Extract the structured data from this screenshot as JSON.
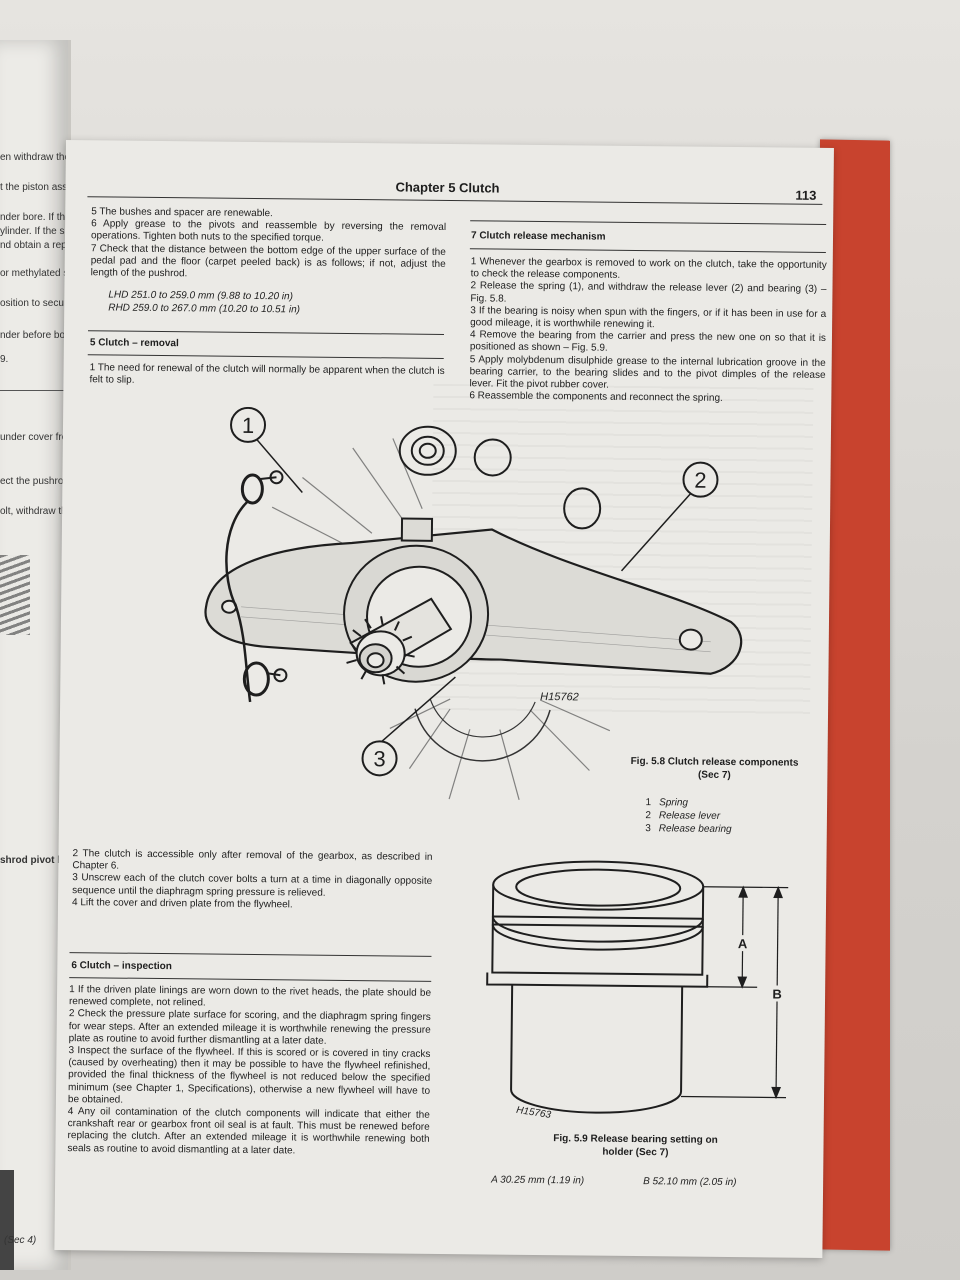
{
  "left_page": {
    "fragments": [
      "en withdraw the",
      "t the piston asser",
      "nder bore. If the",
      "ylinder. If the s",
      "nd obtain a repai",
      "or methylated spi",
      "osition to secure",
      "nder before both",
      "9.",
      "under cover from",
      "ect the pushrod",
      "olt, withdraw the",
      "shrod pivot bolt",
      "(Sec 4)"
    ]
  },
  "header": {
    "chapter": "Chapter 5 Clutch",
    "page_number": "113"
  },
  "left_column": {
    "top_paragraphs": [
      "5   The bushes and spacer are renewable.",
      "6   Apply grease to the pivots and reassemble by reversing the removal operations. Tighten both nuts to the specified torque.",
      "7   Check that the distance between the bottom edge of the upper surface of the pedal pad and the floor (carpet peeled back) is as follows; if not, adjust the length of the pushrod."
    ],
    "specs": [
      "LHD 251.0 to 259.0 mm (9.88 to 10.20 in)",
      "RHD 259.0 to 267.0 mm (10.20 to 10.51 in)"
    ],
    "section5_title": "5   Clutch – removal",
    "section5_p1": "1   The need for renewal of the clutch will normally be apparent when the clutch is felt to slip.",
    "section5_rest": [
      "2   The clutch is accessible only after removal of the gearbox, as described in Chapter 6.",
      "3   Unscrew each of the clutch cover bolts a turn at a time in diagonally opposite sequence until the diaphragm spring pressure is relieved.",
      "4   Lift the cover and driven plate from the flywheel."
    ],
    "section6_title": "6   Clutch – inspection",
    "section6": [
      "1   If the driven plate linings are worn down to the rivet heads, the plate should be renewed complete, not relined.",
      "2   Check the pressure plate surface for scoring, and the diaphragm spring fingers for wear steps. After an extended mileage it is worthwhile renewing the pressure plate as routine to avoid further dismantling at a later date.",
      "3   Inspect the surface of the flywheel. If this is scored or is covered in tiny cracks (caused by overheating) then it may be possible to have the flywheel refinished, provided the final thickness of the flywheel is not reduced below the specified minimum (see Chapter 1, Specifications), otherwise a new flywheel will have to be obtained.",
      "4   Any oil contamination of the clutch components will indicate that either the crankshaft rear or gearbox front oil seal is at fault. This must be renewed before replacing the clutch. After an extended mileage it is worthwhile renewing both seals as routine to avoid dismantling at a later date."
    ]
  },
  "right_column": {
    "section7_title": "7   Clutch release mechanism",
    "section7": [
      "1   Whenever the gearbox is removed to work on the clutch, take the opportunity to check the release components.",
      "2   Release the spring (1), and withdraw the release lever (2) and bearing (3) – Fig. 5.8.",
      "3   If the bearing is noisy when spun with the fingers, or if it has been in use for a good mileage, it is worthwhile renewing it.",
      "4   Remove the bearing from the carrier and press the new one on so that it is positioned as shown – Fig. 5.9.",
      "5   Apply molybdenum disulphide grease to the internal lubrication groove in the bearing carrier, to the bearing slides and to the pivot dimples of the release lever. Fit the pivot rubber cover.",
      "6   Reassemble the components and reconnect the spring."
    ]
  },
  "fig58": {
    "callouts": [
      "1",
      "2",
      "3"
    ],
    "ref": "H15762",
    "caption": [
      "Fig. 5.8 Clutch release components",
      "(Sec 7)"
    ],
    "legend": [
      {
        "num": "1",
        "label": "Spring"
      },
      {
        "num": "2",
        "label": "Release lever"
      },
      {
        "num": "3",
        "label": "Release bearing"
      }
    ]
  },
  "fig59": {
    "labels": [
      "A",
      "B"
    ],
    "ref": "H15763",
    "caption": [
      "Fig. 5.9 Release bearing setting on",
      "holder (Sec 7)"
    ],
    "dim_a": "A      30.25 mm (1.19 in)",
    "dim_b": "B      52.10 mm (2.05 in)"
  }
}
